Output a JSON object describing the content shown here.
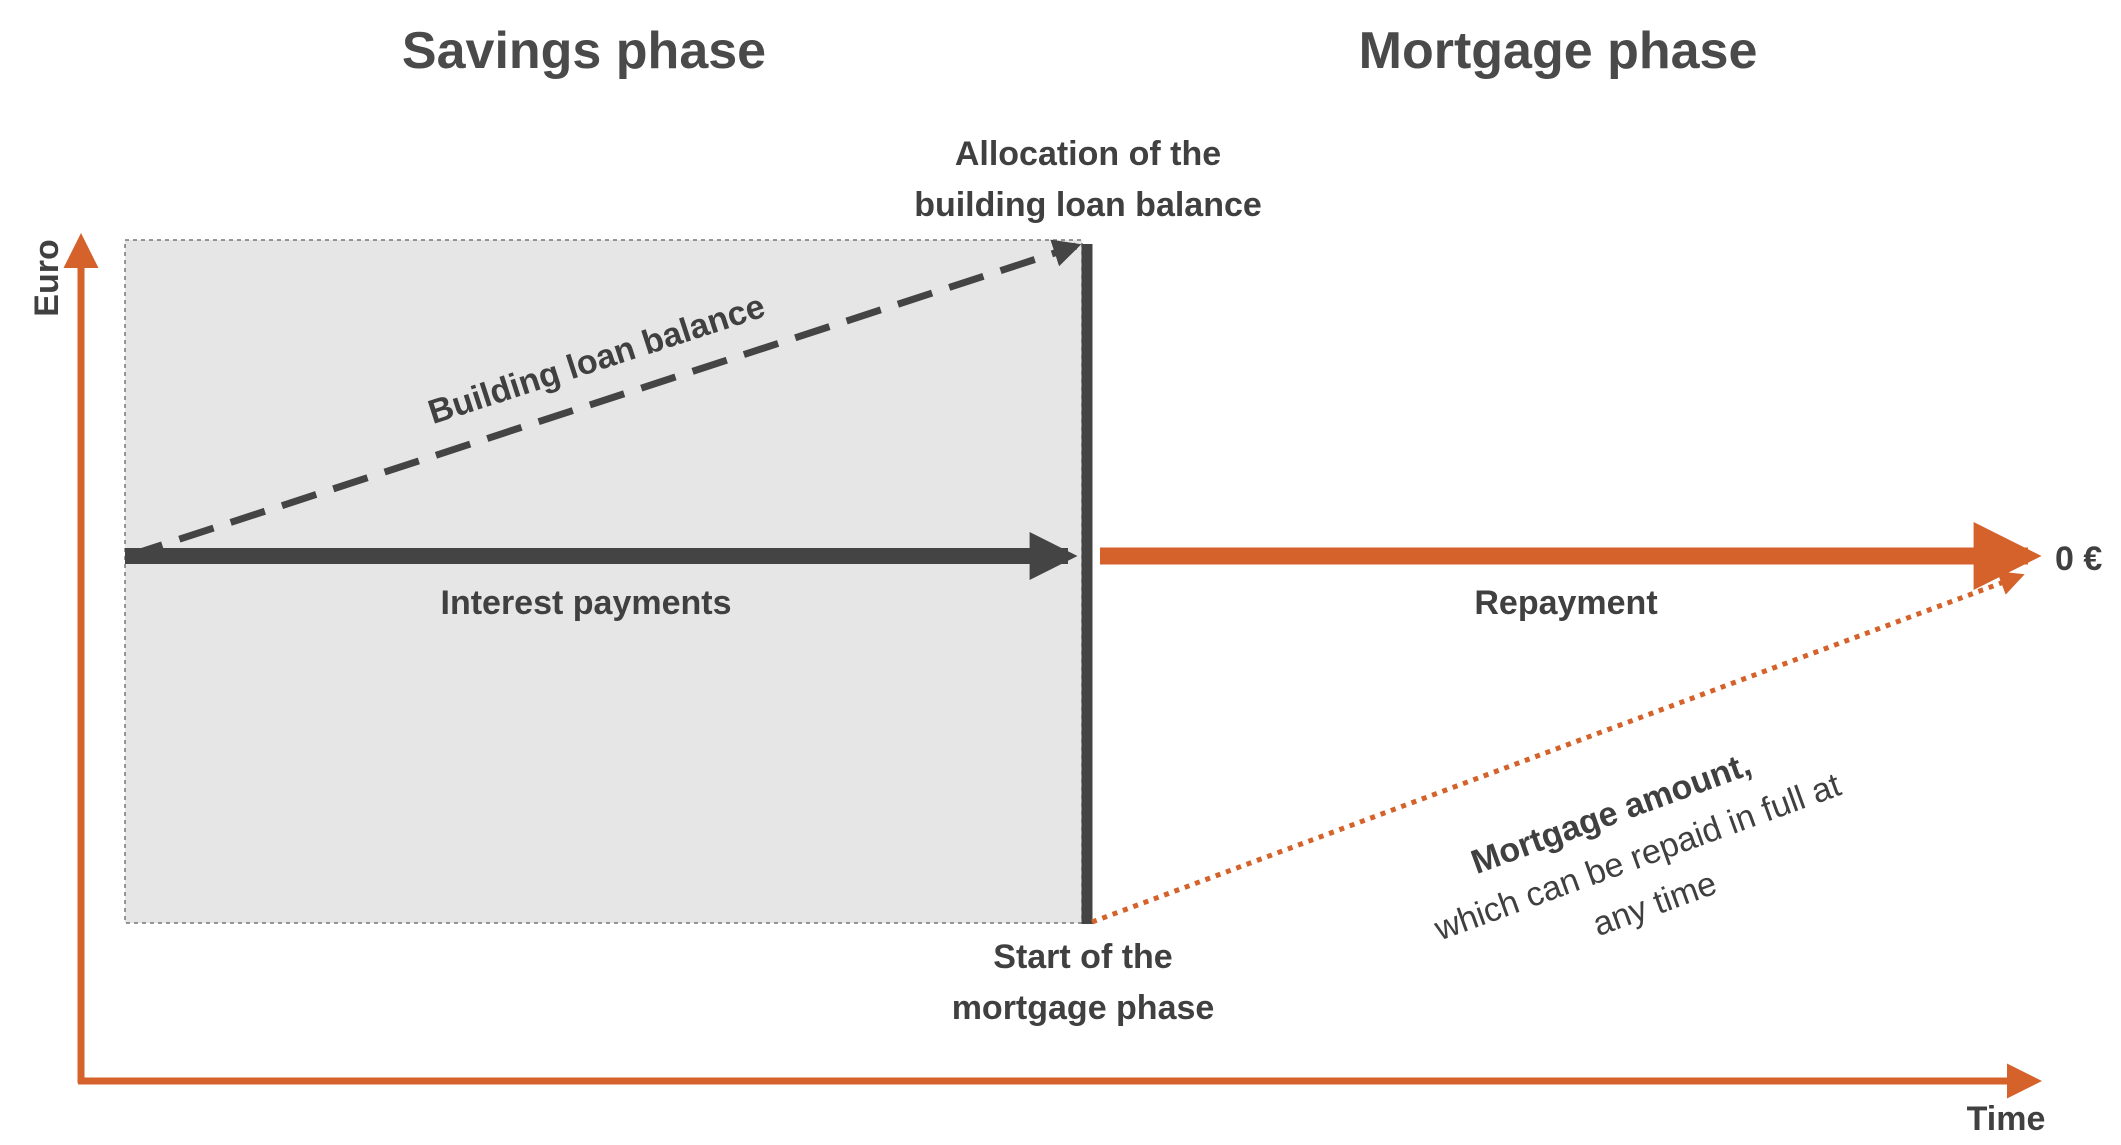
{
  "headings": {
    "savings_phase": "Savings phase",
    "mortgage_phase": "Mortgage phase"
  },
  "axes": {
    "y_label": "Euro",
    "x_label": "Time"
  },
  "labels": {
    "allocation_line1": "Allocation of the",
    "allocation_line2": "building loan balance",
    "building_loan_balance": "Building loan balance",
    "interest_payments": "Interest payments",
    "repayment": "Repayment",
    "zero_euro": "0 €",
    "start_line1": "Start of the",
    "start_line2": "mortgage phase",
    "mortgage_amount_bold": "Mortgage amount,",
    "mortgage_amount_line2": "which can be repaid in full at",
    "mortgage_amount_line3": "any time"
  },
  "colors": {
    "accent_orange": "#d4622a",
    "dark_gray": "#444444",
    "box_fill": "#e6e6e6",
    "text": "#404040"
  }
}
